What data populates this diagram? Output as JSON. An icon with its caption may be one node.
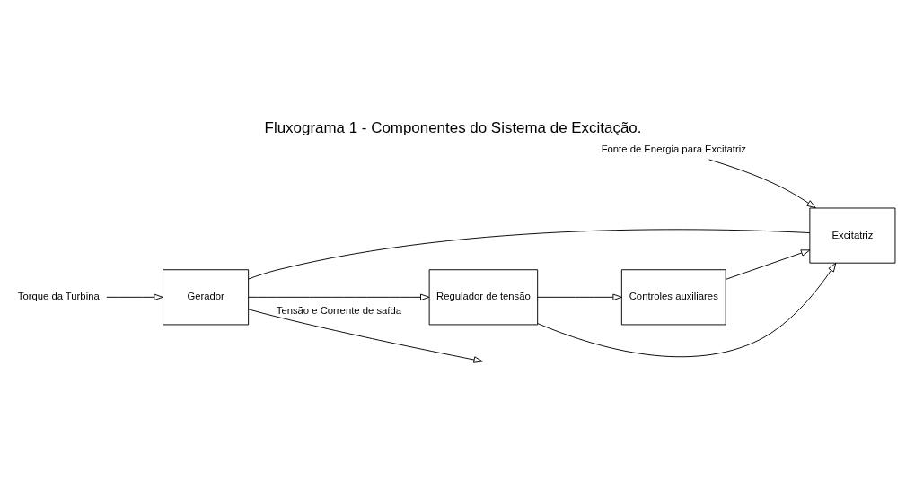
{
  "diagram": {
    "title": "Fluxograma 1 - Componentes do Sistema de Excitação.",
    "nodes": [
      {
        "text": [
          "Gerador"
        ]
      },
      {
        "text": [
          "Controles auxiliares"
        ]
      },
      {
        "text": [
          "Excitatriz"
        ]
      },
      {
        "text": [
          "Regulador de tensão"
        ]
      },
      {
        "text": [
          "Torque da Turbina"
        ]
      },
      {
        "text": [
          "Fonte de Energia para Excitatriz"
        ]
      }
    ],
    "edges": [
      {
        "from": 4,
        "to": 0,
        "arrow": "to"
      },
      {
        "from": 0,
        "to": null,
        "arrow": "to",
        "label": "Tensão e Corrente de saída"
      },
      {
        "from": 0,
        "to": 3,
        "arrow": "to"
      },
      {
        "from": 0,
        "to": 2,
        "arrow": "none"
      },
      {
        "from": 1,
        "to": 2,
        "arrow": "to"
      },
      {
        "from": 5,
        "to": 2,
        "arrow": "to"
      },
      {
        "from": 3,
        "to": 2,
        "arrow": "to"
      },
      {
        "from": 3,
        "to": 1,
        "arrow": "to"
      }
    ]
  }
}
